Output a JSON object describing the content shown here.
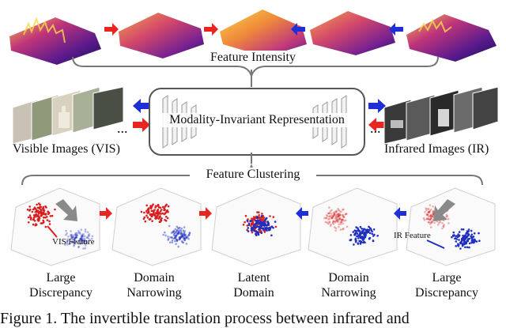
{
  "top": {
    "label": "Feature Intensity"
  },
  "middle": {
    "center_label": "Modality-Invariant Representation",
    "left_label": "Visible Images (VIS)",
    "right_label": "Infrared Images (IR)",
    "ellipsis_left": "...",
    "ellipsis_right": "..."
  },
  "bottom": {
    "label": "Feature Clustering",
    "vis_feature": "VIS Feature",
    "ir_feature": "IR Feature",
    "stages": [
      {
        "line1": "Large",
        "line2": "Discrepancy"
      },
      {
        "line1": "Domain",
        "line2": "Narrowing"
      },
      {
        "line1": "Latent",
        "line2": "Domain"
      },
      {
        "line1": "Domain",
        "line2": "Narrowing"
      },
      {
        "line1": "Large",
        "line2": "Discrepancy"
      }
    ]
  },
  "caption": "Figure 1. The invertible translation process between infrared and",
  "colors": {
    "red_arrow": "#e8261f",
    "blue_arrow": "#1f2fd6",
    "vis_points": "#d81e1e",
    "ir_points": "#1f2fc0"
  }
}
